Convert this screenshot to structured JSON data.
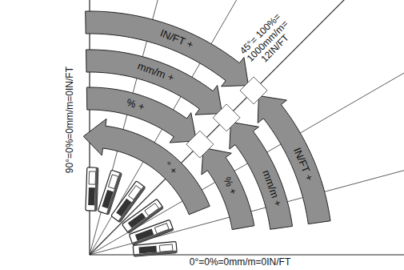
{
  "diagram": {
    "labels": [
      "IN/FT +",
      "mm/m +",
      "% +",
      "° +",
      "mm/m +",
      "% +",
      "IN/FT +",
      "45°= 100%= 1000mm/m= 12IN/FT",
      "90°=0%=0mm/m=0IN/FT",
      "0°=0%=0mm/m=0IN/FT"
    ]
  }
}
